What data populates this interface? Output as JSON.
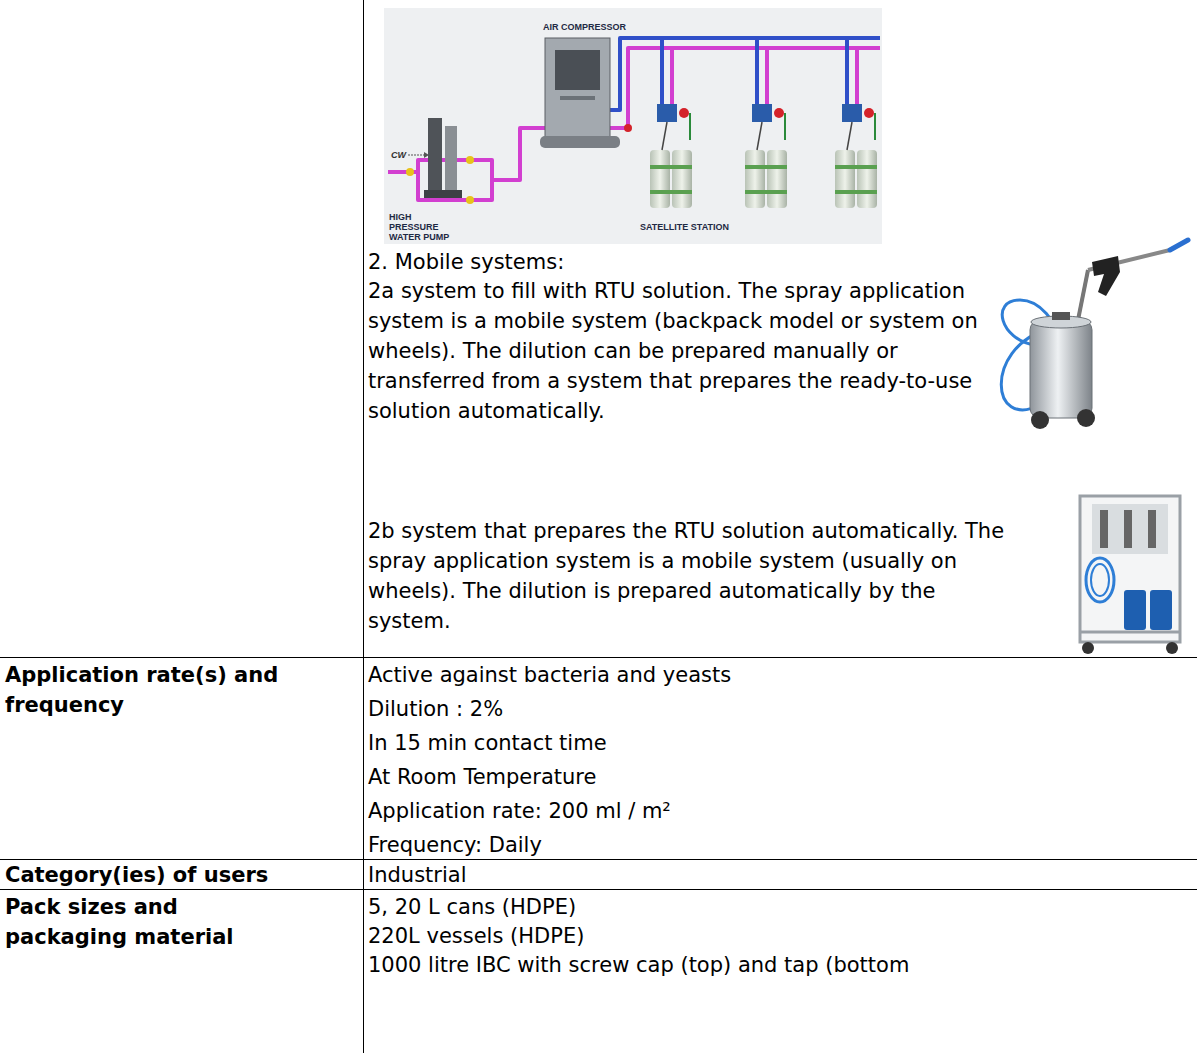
{
  "diagram": {
    "labels": [
      "AIR COMPRESSOR",
      "CW",
      "HIGH PRESSURE WATER PUMP",
      "SATELLITE STATION",
      "2. Mobile systems:",
      "2a system to fill with RTU solution. The spray application system is a mobile system (backpack model or system on wheels). The dilution can be prepared manually or transferred from a system that prepares the ready-to-use solution automatically.",
      "2b system that prepares the RTU solution automatically. The spray application system is a mobile system (usually on wheels). The dilution is prepared automatically by the system.",
      "Application rate(s) and frequency",
      "Active against bacteria and yeasts",
      "Dilution : 2%",
      "In 15 min contact time",
      "At Room Temperature",
      "Application rate: 200 ml / m²",
      "Frequency: Daily",
      "Category(ies) of users",
      "Industrial",
      "Pack sizes and packaging material",
      "5, 20 L cans (HDPE)",
      "220L vessels (HDPE)",
      "1000 litre IBC with screw cap (top) and tap (bottom"
    ]
  }
}
